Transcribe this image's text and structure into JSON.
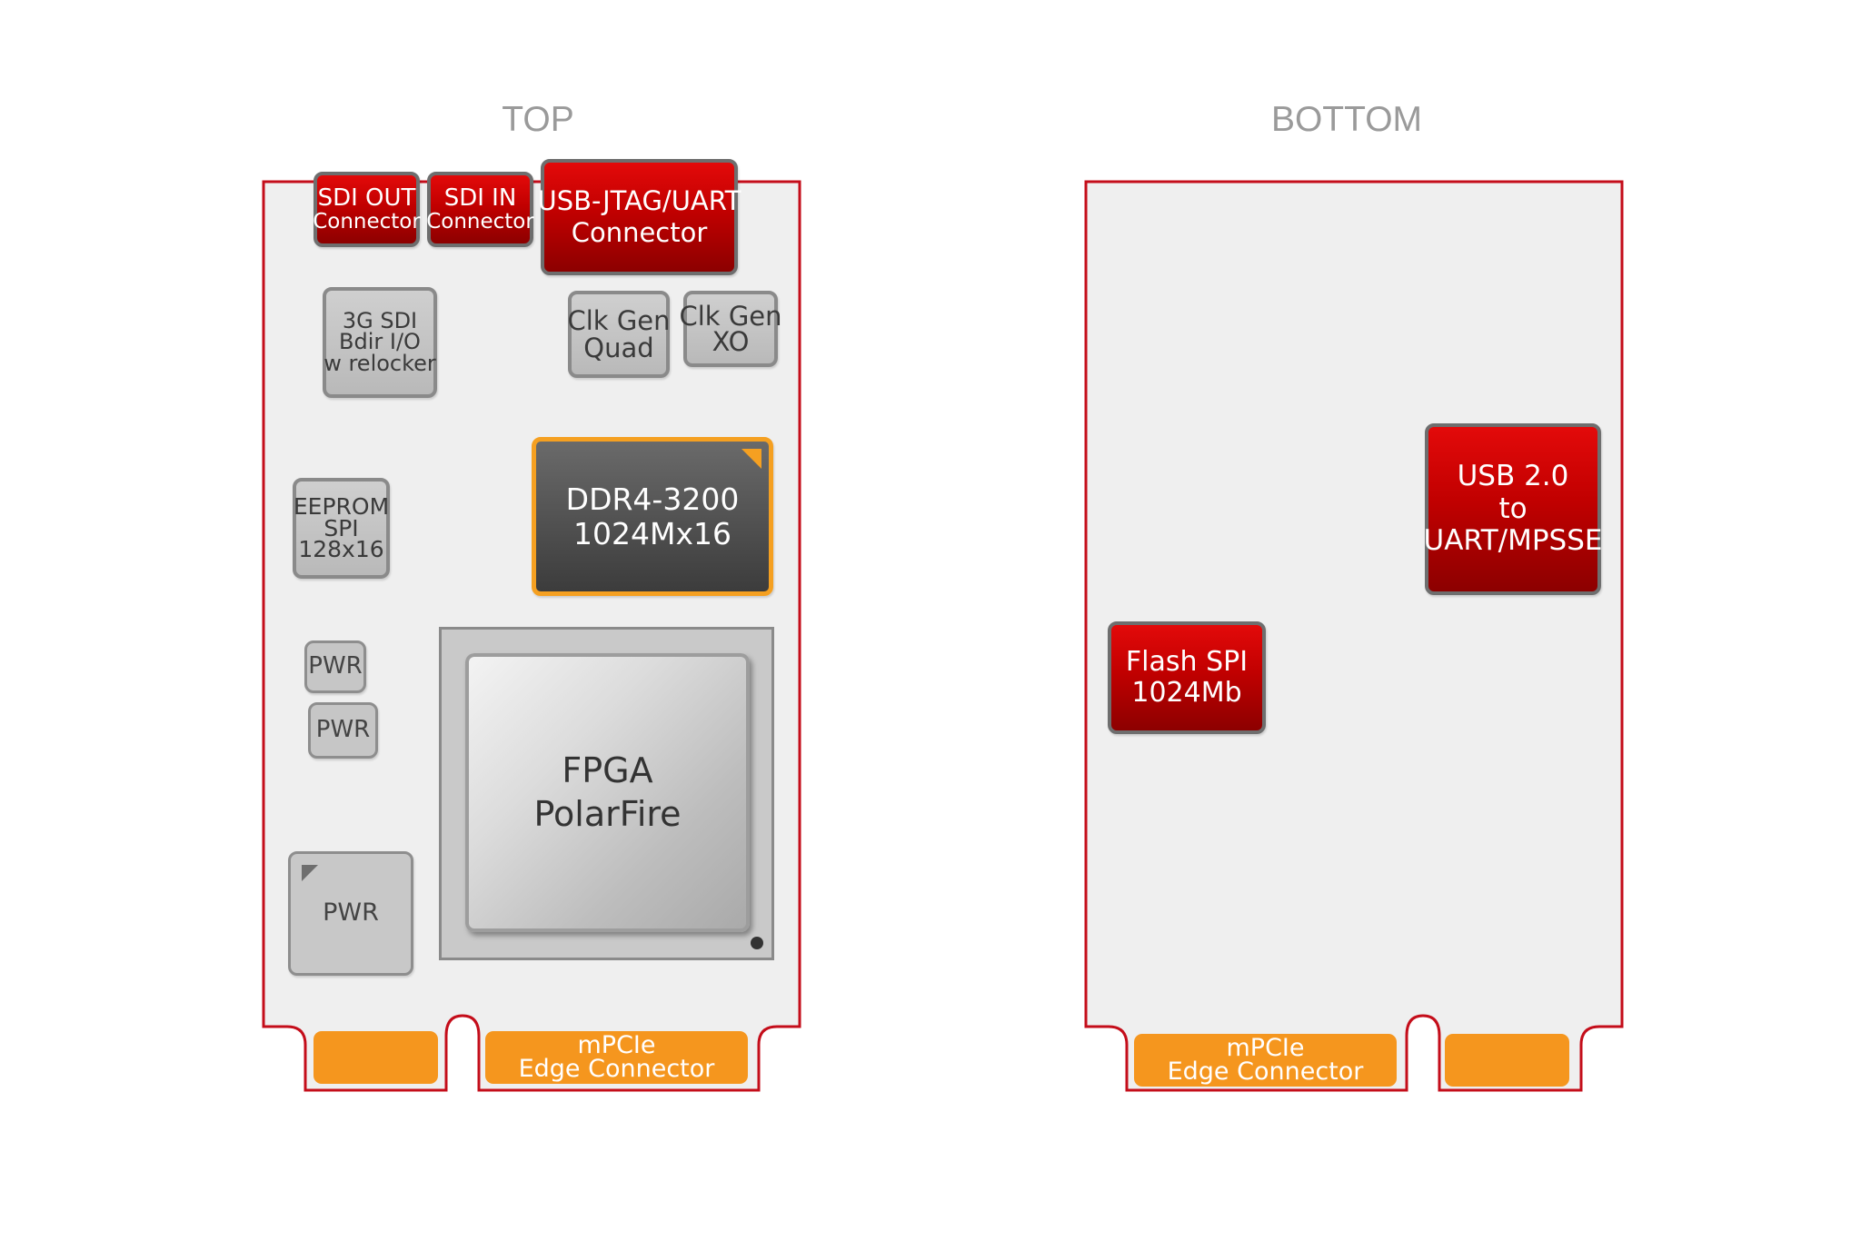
{
  "top": {
    "title": "TOP",
    "sdi_out": [
      "SDI OUT",
      "Connector"
    ],
    "sdi_in": [
      "SDI IN",
      "Connector"
    ],
    "usb_jtag": [
      "USB-JTAG/UART",
      "Connector"
    ],
    "sdi_io": [
      "3G SDI",
      "Bdir I/O",
      "w relocker"
    ],
    "clk_quad": [
      "Clk Gen",
      "Quad"
    ],
    "clk_xo": [
      "Clk Gen",
      "XO"
    ],
    "eeprom": [
      "EEPROM",
      "SPI",
      "128x16"
    ],
    "ddr": [
      "DDR4-3200",
      "1024Mx16"
    ],
    "pwr1": "PWR",
    "pwr2": "PWR",
    "pwr3": "PWR",
    "fpga": [
      "FPGA",
      "PolarFire"
    ],
    "edge": [
      "mPCIe",
      "Edge Connector"
    ]
  },
  "bottom": {
    "title": "BOTTOM",
    "usb_uart": [
      "USB 2.0",
      "to",
      "UART/MPSSE"
    ],
    "flash": [
      "Flash SPI",
      "1024Mb"
    ],
    "edge": [
      "mPCIe",
      "Edge Connector"
    ]
  },
  "colors": {
    "board_outline": "#c40d1a",
    "board_fill": "#efefef",
    "red_component": "#c10000",
    "edge_connector": "#f5961e",
    "ddr_outline": "#f5a021"
  }
}
